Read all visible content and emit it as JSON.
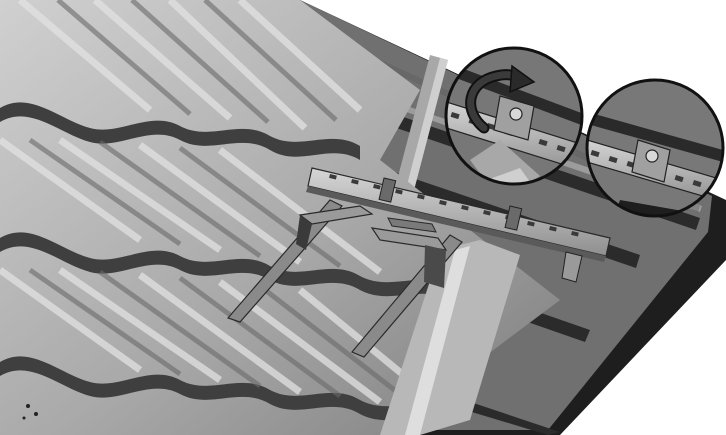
{
  "figure": {
    "kind": "technical-illustration",
    "palette": {
      "background": "#ffffff",
      "tile_light": "#bdbdbd",
      "tile_mid": "#9a9a9a",
      "tile_shadow": "#4a4a4a",
      "underlay": "#6e6e6e",
      "batten": "#2e2e2e",
      "frame_edge": "#1a1a1a",
      "rail": "#b5b5b5",
      "hook": "#8a8a8a",
      "arrow": "#222222"
    },
    "icons": {
      "rotation_arrow": "curved-arrow-icon",
      "detail_a": "magnifier-detail-rotate",
      "detail_b": "magnifier-detail-mounted"
    }
  }
}
